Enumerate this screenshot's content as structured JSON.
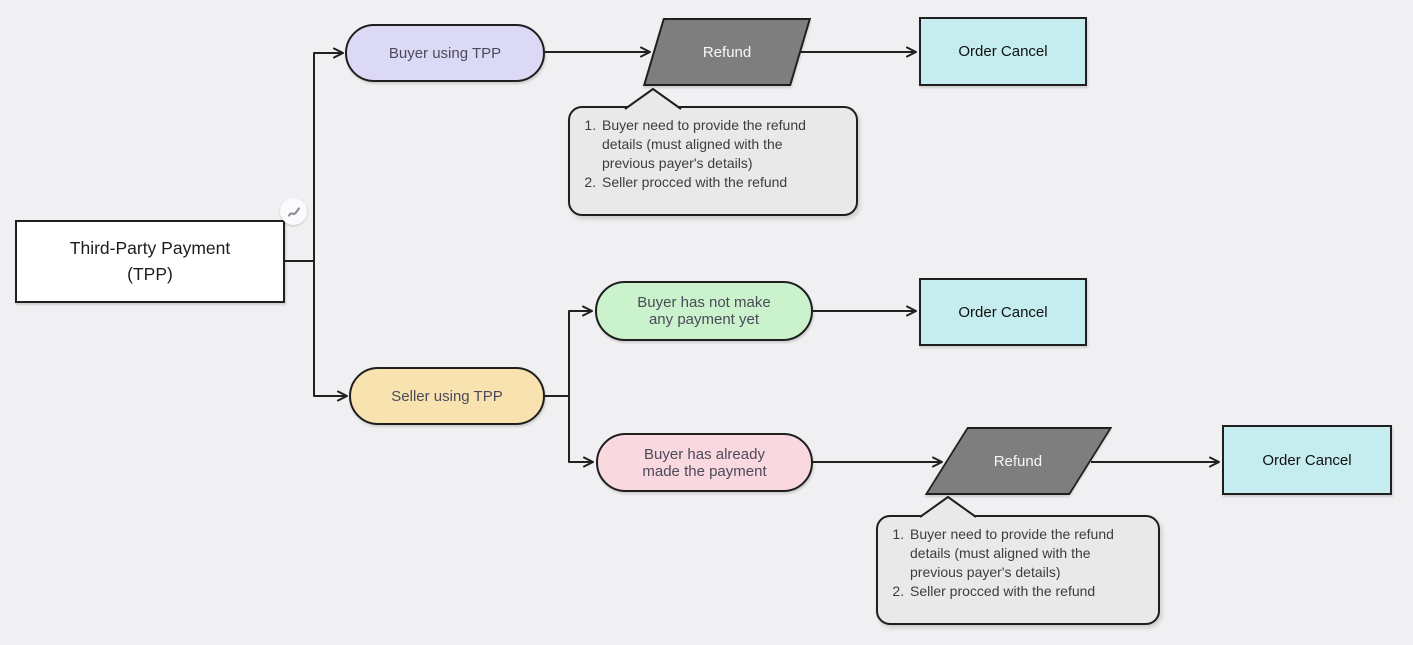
{
  "diagram": {
    "type": "flowchart",
    "background_color": "#f0f0f2",
    "line_color": "#212121"
  },
  "nodes": {
    "root": {
      "title": "Third-Party Payment",
      "subtitle": "(TPP)",
      "fill": "#ffffff",
      "shape": "rectangle"
    },
    "buyer_tpp": {
      "label": "Buyer using TPP",
      "fill": "#dcd9f7",
      "shape": "pill"
    },
    "seller_tpp": {
      "label": "Seller using TPP",
      "fill": "#f8e3b0",
      "shape": "pill"
    },
    "refund_1": {
      "label": "Refund",
      "fill": "#7e7e7e",
      "shape": "parallelogram"
    },
    "refund_2": {
      "label": "Refund",
      "fill": "#7e7e7e",
      "shape": "parallelogram"
    },
    "order_cancel_1": {
      "label": "Order Cancel",
      "fill": "#c5edf0",
      "shape": "rectangle"
    },
    "order_cancel_2": {
      "label": "Order Cancel",
      "fill": "#c5edf0",
      "shape": "rectangle"
    },
    "order_cancel_3": {
      "label": "Order Cancel",
      "fill": "#c5edf0",
      "shape": "rectangle"
    },
    "no_payment": {
      "label": "Buyer has not make any payment yet",
      "fill": "#c9f2cd",
      "shape": "pill"
    },
    "paid": {
      "label": "Buyer has already made the payment",
      "fill": "#f9d8df",
      "shape": "pill"
    }
  },
  "notes": {
    "top": {
      "items": [
        "Buyer need to provide the refund details (must aligned with the previous payer's details)",
        "Seller procced with the refund"
      ]
    },
    "bottom": {
      "items": [
        "Buyer need to provide the refund details (must aligned with the previous payer's details)",
        "Seller procced with the refund"
      ]
    }
  },
  "edges": [
    {
      "from": "root",
      "to": "buyer_tpp"
    },
    {
      "from": "root",
      "to": "seller_tpp"
    },
    {
      "from": "buyer_tpp",
      "to": "refund_1"
    },
    {
      "from": "refund_1",
      "to": "order_cancel_1"
    },
    {
      "from": "seller_tpp",
      "to": "no_payment"
    },
    {
      "from": "seller_tpp",
      "to": "paid"
    },
    {
      "from": "no_payment",
      "to": "order_cancel_2"
    },
    {
      "from": "paid",
      "to": "refund_2"
    },
    {
      "from": "refund_2",
      "to": "order_cancel_3"
    }
  ],
  "icons": {
    "connector_badge": "flow-squiggle-icon"
  }
}
